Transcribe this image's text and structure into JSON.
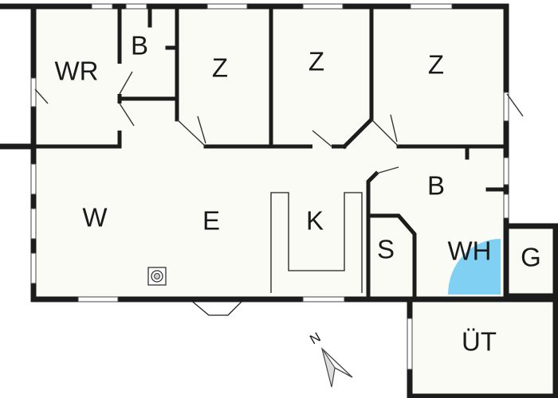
{
  "floor_plan": {
    "rooms": {
      "wr": "WR",
      "bath_top": "B",
      "z_left": "Z",
      "z_middle": "Z",
      "z_right": "Z",
      "living": "W",
      "dining": "E",
      "kitchen": "K",
      "bath_right": "B",
      "storage": "S",
      "utility": "WH",
      "garage": "G",
      "outbuilding": "ÜT"
    },
    "compass": {
      "north_label": "N"
    },
    "colors": {
      "wall": "#1c1c1c",
      "floor": "#fbfbf6",
      "water_heater_fill": "#7fd0f2"
    },
    "icons": [
      "stove-icon",
      "north-arrow-icon"
    ]
  }
}
